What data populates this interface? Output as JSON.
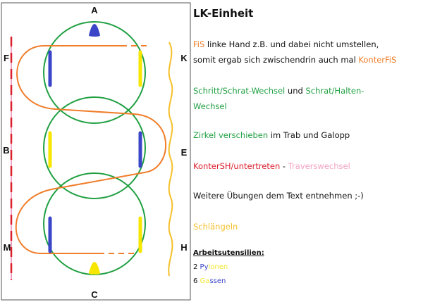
{
  "arena": {
    "letters": {
      "A": "A",
      "C": "C",
      "F": "F",
      "B": "B",
      "M": "M",
      "K": "K",
      "E": "E",
      "H": "H"
    },
    "colors": {
      "circle": "#21a043",
      "path": "#f07d2a",
      "blue": "#3a45c8",
      "yellow": "#f7e600",
      "wave": "#f5c02a",
      "rail": "#dc1e2d",
      "rail_bg": "#f3a3c2"
    }
  },
  "title": "LK-Einheit",
  "lines": {
    "l1": {
      "a": "FiS",
      "b": " linke Hand z.B. und dabei nicht umstellen,"
    },
    "l2": {
      "a": "somit ergab sich zwischendrin auch mal ",
      "b": "KonterFiS"
    },
    "l3": {
      "a": "Schritt/Schrat-Wechsel",
      "b": " und ",
      "c": "Schrat/Halten-"
    },
    "l4": {
      "a": "Wechsel"
    },
    "l5": {
      "a": "Zirkel verschieben",
      "b": " im Trab und Galopp"
    },
    "l6": {
      "a": "KonterSH/untertreten",
      "b": " - ",
      "c": "Traverswechsel"
    },
    "l7": {
      "a": "Weitere Übungen dem Text entnehmen ;-)"
    },
    "l8": {
      "a": "Schlängeln"
    }
  },
  "equipment": {
    "heading": "Arbeitsutensilien:",
    "pylons": {
      "n": "2 ",
      "a": "Py",
      "b": "lonen"
    },
    "gates": {
      "n": "6 ",
      "a": "Ga",
      "b": "ssen"
    }
  }
}
